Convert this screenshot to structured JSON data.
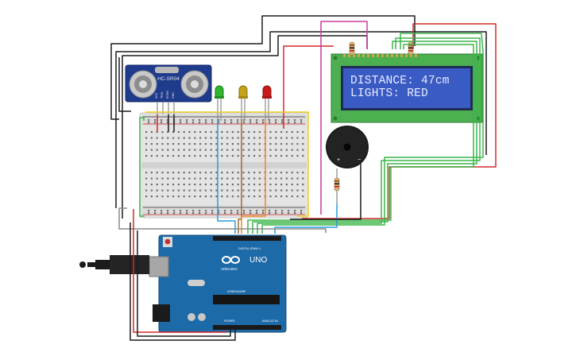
{
  "lcd": {
    "line1": "DISTANCE: 47cm",
    "line2": "LIGHTS: RED"
  },
  "sensor": {
    "model_label": "HC-SR04",
    "pin_labels": [
      "VCC",
      "TRIG",
      "ECHO",
      "GND"
    ]
  },
  "arduino": {
    "brand_label": "UNO",
    "logo_label": "ARDUINO",
    "digital_label": "DIGITAL (PWM~)",
    "analog_label": "ANALOG IN",
    "power_label": "POWER",
    "chip_label": "ATMEGA328P"
  },
  "leds": [
    {
      "name": "green",
      "color": "#2fb52f"
    },
    {
      "name": "yellow",
      "color": "#c6a21c"
    },
    {
      "name": "red",
      "color": "#c81a1a"
    }
  ],
  "colors": {
    "wire_black": "#1c1c1c",
    "wire_red": "#d22a2a",
    "wire_green": "#3cb54a",
    "wire_blue": "#2f9bd8",
    "wire_orange": "#ee8a1c",
    "wire_brown": "#9a6a3a",
    "wire_yellow": "#f2d21b",
    "wire_magenta": "#c83c9a",
    "wire_gray": "#8a8a8a",
    "arduino_board": "#1d6aa8",
    "lcd_screen": "#3b5bc4",
    "lcd_board": "#4caf50"
  }
}
